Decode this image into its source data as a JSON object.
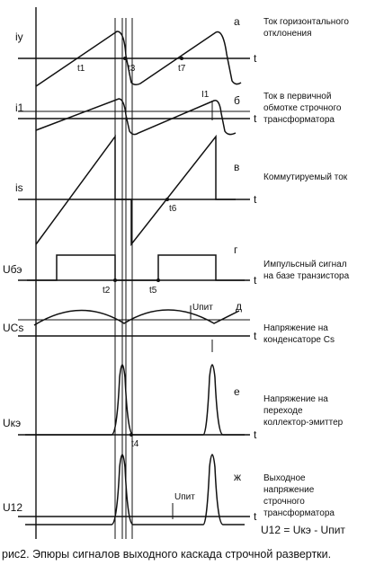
{
  "caption": "рис2. Эпюры сигналов выходного каскада строчной развертки.",
  "panels": [
    {
      "letter": "а",
      "signal": "iy",
      "desc": [
        "Ток горизонтального",
        "отклонения"
      ]
    },
    {
      "letter": "б",
      "signal": "i1",
      "desc": [
        "Ток в первичной",
        "обмотке строчного",
        "трансформатора"
      ]
    },
    {
      "letter": "в",
      "signal": "is",
      "desc": [
        "Коммутируемый ток"
      ]
    },
    {
      "letter": "г",
      "signal": "Uбэ",
      "desc": [
        "Импульсный сигнал",
        "на базе транзистора"
      ]
    },
    {
      "letter": "д",
      "signal": "UCs",
      "desc": [
        "Напряжение на",
        "конденсаторе Cs"
      ]
    },
    {
      "letter": "е",
      "signal": "Uкэ",
      "desc": [
        "Напряжение на",
        "переходе",
        "коллектор-эмиттер"
      ]
    },
    {
      "letter": "ж",
      "signal": "U12",
      "desc": [
        "Выходное",
        "напряжение",
        "строчного",
        "трансформатора"
      ]
    }
  ],
  "axis_label": "t",
  "markers": {
    "t1": "t1",
    "t2": "t2",
    "t3": "t3",
    "t4": "t4",
    "t5": "t5",
    "t6": "t6",
    "t7": "t7",
    "I1": "I1"
  },
  "upit": "Uпит",
  "formula": "U12 = Uкэ - Uпит"
}
